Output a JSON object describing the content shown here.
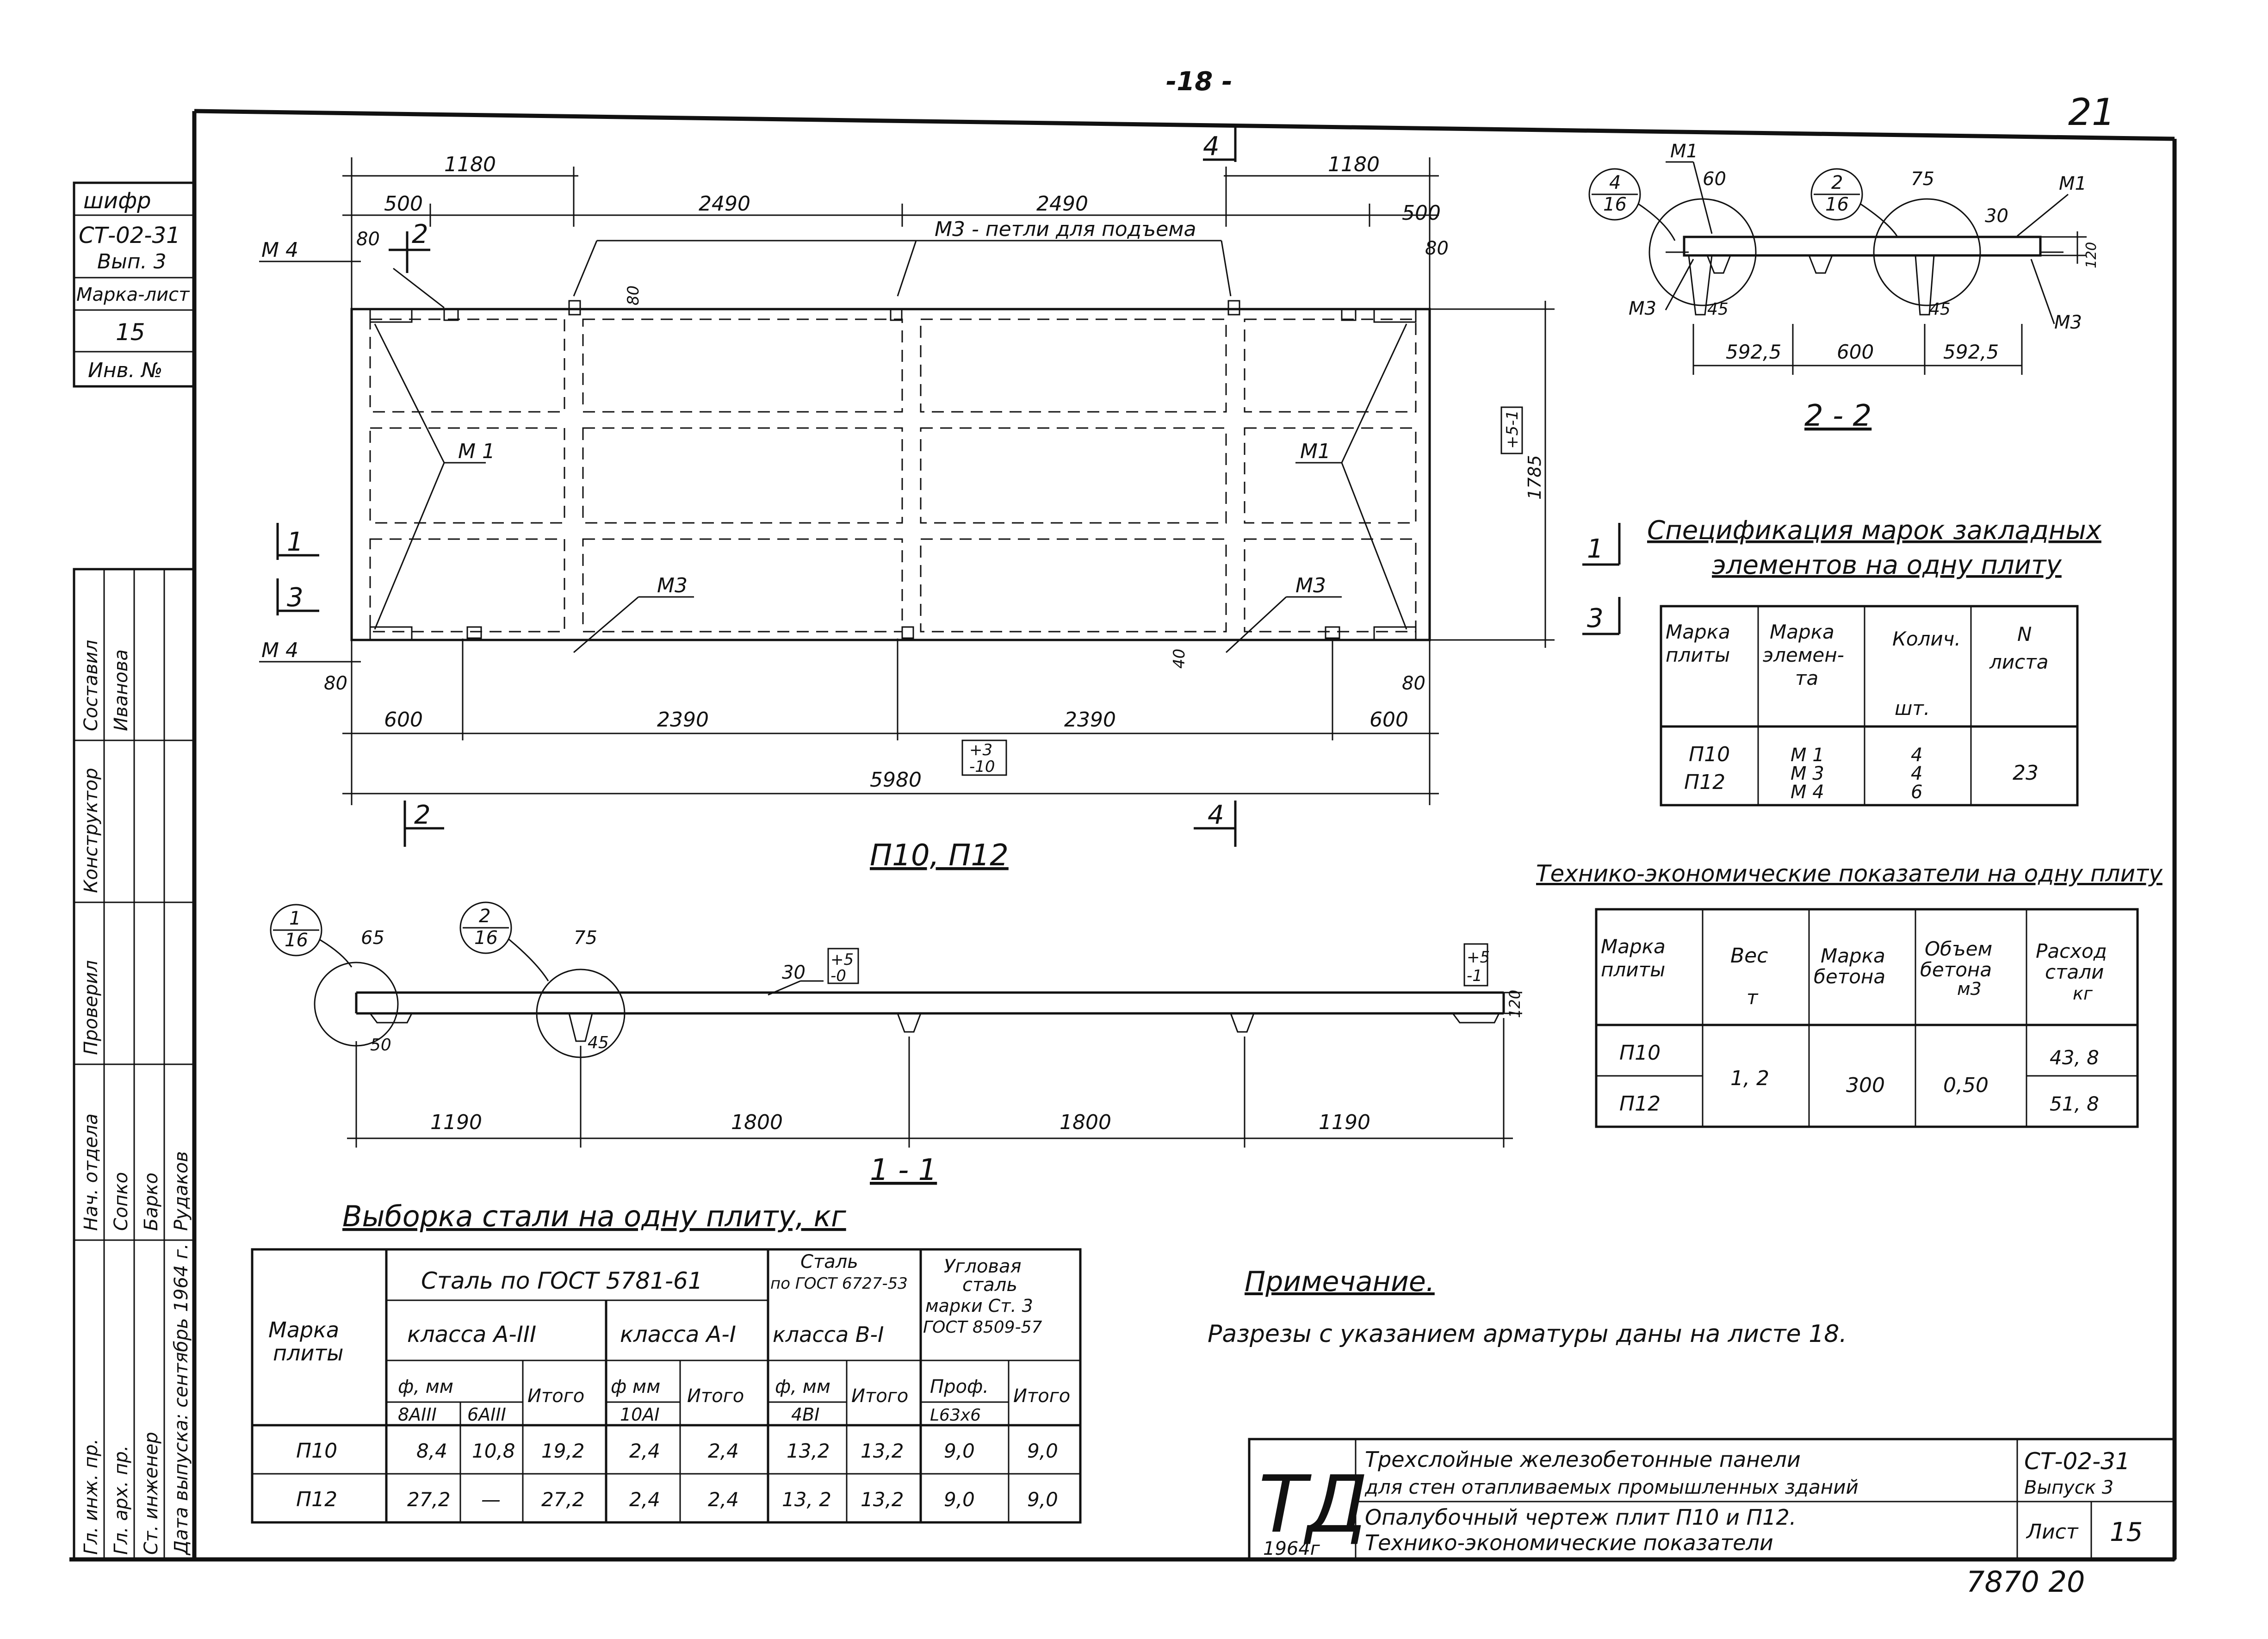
{
  "header": {
    "page_number": "-18 -",
    "corner_mark": "21"
  },
  "side_stamp": {
    "cipher_label": "шифр",
    "cipher_code": "СТ-02-31",
    "issue": "Вып. 3",
    "sheet_mark_label": "Марка-лист",
    "sheet_mark": "15",
    "inv_label": "Инв. №",
    "roles": [
      "Гл. инж. пр.",
      "Гл. арх. пр.",
      "Ст. инженер",
      "Нач. отдела",
      "Проверил",
      "Конструктор",
      "Составил"
    ],
    "names": [
      "Иванова",
      "Рудаков",
      "Барко",
      "Сопко"
    ],
    "date": "Дата выпуска: сентябрь 1964 г."
  },
  "plan": {
    "title": "П10, П12",
    "top_dims_outer": [
      "1180",
      "1180"
    ],
    "top_dims_inner": [
      "500",
      "2490",
      "2490",
      "500"
    ],
    "edge_dims": [
      "80",
      "80",
      "80",
      "80"
    ],
    "hook_label": "М3 - петли для подъема",
    "hook_offset": "80",
    "markers": [
      "М 4",
      "М 4",
      "М 1",
      "М1",
      "М3",
      "М3"
    ],
    "bottom_dims": [
      "600",
      "2390",
      "2390",
      "600"
    ],
    "overall_length": "5980",
    "overall_tolerance": [
      "+3",
      "-10"
    ],
    "height": "1785",
    "height_tolerance": [
      "+5",
      "-1"
    ],
    "bottom_offset": "40",
    "section_cuts": [
      "2",
      "4",
      "1",
      "3"
    ]
  },
  "section_11": {
    "title": "1 - 1",
    "callouts": [
      {
        "num": "1",
        "den": "16"
      },
      {
        "num": "2",
        "den": "16"
      }
    ],
    "dims_top": [
      "65",
      "75",
      "30"
    ],
    "dims_small": [
      "50",
      "45"
    ],
    "top_tolerance": [
      "+5",
      "-0"
    ],
    "end_tolerance": [
      "+5",
      "-1"
    ],
    "thickness": "120",
    "bottom_dims": [
      "1190",
      "1800",
      "1800",
      "1190"
    ]
  },
  "section_22": {
    "title": "2 - 2",
    "callouts": [
      {
        "num": "4",
        "den": "16"
      },
      {
        "num": "2",
        "den": "16"
      }
    ],
    "labels": [
      "М1",
      "М1",
      "М3",
      "М3"
    ],
    "dims_top": [
      "60",
      "75",
      "30"
    ],
    "dims_small": [
      "45",
      "45"
    ],
    "thickness": "120",
    "bottom_dims": [
      "592,5",
      "600",
      "592,5"
    ]
  },
  "spec": {
    "title_line1": "Спецификация марок закладных",
    "title_line2": "элементов на одну плиту",
    "headers": [
      [
        "Марка",
        "плиты"
      ],
      [
        "Марка",
        "элемен-",
        "та"
      ],
      [
        "Колич.",
        "шт."
      ],
      [
        "N",
        "листа"
      ]
    ],
    "rows": [
      {
        "plate": "П10",
        "elements": "М 1",
        "count": "4",
        "sheet": "23"
      },
      {
        "plate": "П12",
        "elements": "М 3",
        "count": "4",
        "sheet": ""
      },
      {
        "plate": "",
        "elements": "М 4",
        "count": "6",
        "sheet": ""
      }
    ]
  },
  "econ": {
    "title": "Технико-экономические показатели на одну плиту",
    "headers": [
      [
        "Марка",
        "плиты"
      ],
      [
        "Вес",
        "т"
      ],
      [
        "Марка",
        "бетона"
      ],
      [
        "Объем",
        "бетона",
        "м3"
      ],
      [
        "Расход",
        "стали",
        "кг"
      ]
    ],
    "rows": [
      {
        "plate": "П10",
        "steel": "43, 8"
      },
      {
        "plate": "П12",
        "steel": "51, 8"
      }
    ],
    "shared": {
      "weight": "1, 2",
      "concrete": "300",
      "volume": "0,50"
    }
  },
  "steel": {
    "title": "Выборка стали на одну плиту, кг",
    "header_plate": [
      "Марка",
      "плиты"
    ],
    "group1": "Сталь по ГОСТ 5781-61",
    "group1_sub": [
      "класса А-III",
      "класса А-I"
    ],
    "group2": [
      "Сталь",
      "по ГОСТ 6727-53"
    ],
    "group2_sub": "класса В-I",
    "group3": [
      "Угловая",
      "сталь",
      "марки Ст. 3",
      "ГОСТ 8509-57"
    ],
    "sub_dia": [
      "ф, мм",
      "ф мм",
      "ф, мм",
      "Проф."
    ],
    "total": "Итого",
    "bars": [
      "8АIII",
      "6АIII",
      "10АI",
      "4ВI",
      "L63х6"
    ],
    "rows": [
      {
        "plate": "П10",
        "v": [
          "8,4",
          "10,8",
          "19,2",
          "2,4",
          "2,4",
          "13,2",
          "13,2",
          "9,0",
          "9,0"
        ]
      },
      {
        "plate": "П12",
        "v": [
          "27,2",
          "—",
          "27,2",
          "2,4",
          "2,4",
          "13, 2",
          "13,2",
          "9,0",
          "9,0"
        ]
      }
    ]
  },
  "note": {
    "title": "Примечание.",
    "text": "Разрезы с указанием арматуры даны на листе 18."
  },
  "titleblock": {
    "logo": "ТД",
    "logo_year": "1964г",
    "line1": "Трехслойные железобетонные панели",
    "line2": "для стен отапливаемых промышленных зданий",
    "line3": "Опалубочный чертеж плит П10 и П12.",
    "line4": "Технико-экономические показатели",
    "code": "СТ-02-31",
    "issue": "Выпуск 3",
    "sheet_label": "Лист",
    "sheet_no": "15"
  },
  "footer": {
    "archive_no": "7870 20"
  }
}
